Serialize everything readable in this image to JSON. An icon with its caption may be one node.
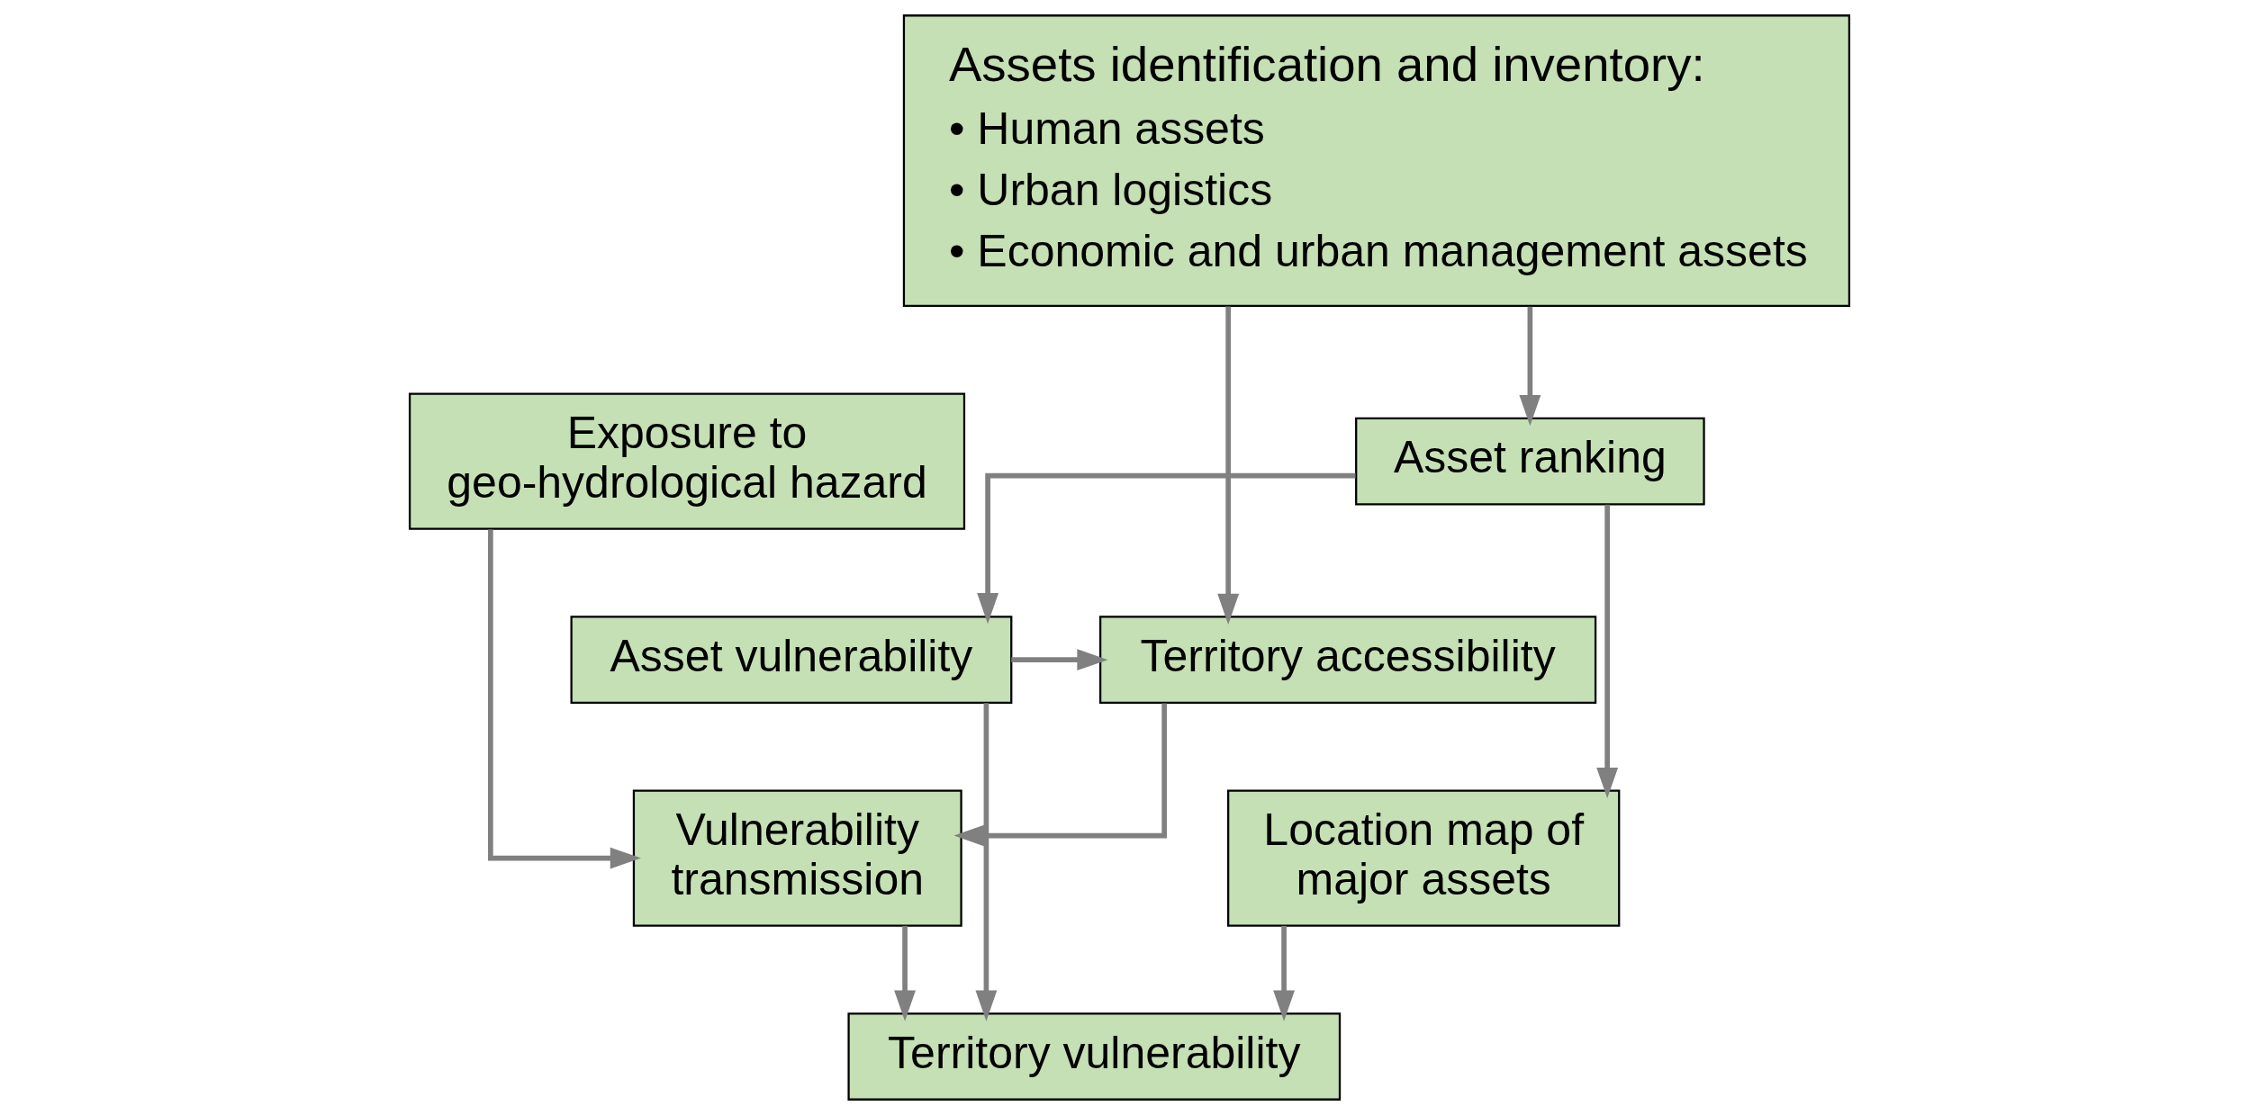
{
  "diagram": {
    "nodes": [
      {
        "text": [
          "Assets identification and inventory:",
          "• Human assets",
          "• Urban logistics",
          "• Economic and urban management assets"
        ]
      },
      {
        "text": [
          "Exposure to geo-hydrological hazard"
        ]
      },
      {
        "text": [
          "Asset ranking"
        ]
      },
      {
        "text": [
          "Territory accessibility"
        ]
      },
      {
        "text": [
          "Asset vulnerability"
        ]
      },
      {
        "text": [
          "Vulnerability transmission"
        ]
      },
      {
        "text": [
          "Location map of major assets"
        ]
      },
      {
        "text": [
          "Territory vulnerability"
        ]
      }
    ],
    "edges": [
      {
        "from": 0,
        "to": 3,
        "arrow": "to"
      },
      {
        "from": 0,
        "to": 2,
        "arrow": "to"
      },
      {
        "from": 1,
        "to": 5,
        "arrow": "to"
      },
      {
        "from": 3,
        "to": 5,
        "arrow": "to"
      },
      {
        "from": 4,
        "to": 3,
        "arrow": "to"
      },
      {
        "from": 2,
        "to": 4,
        "arrow": "to"
      },
      {
        "from": 2,
        "to": 6,
        "arrow": "to"
      },
      {
        "from": 4,
        "to": 7,
        "arrow": "to"
      },
      {
        "from": 5,
        "to": 7,
        "arrow": "to"
      },
      {
        "from": 6,
        "to": 7,
        "arrow": "to"
      }
    ]
  }
}
